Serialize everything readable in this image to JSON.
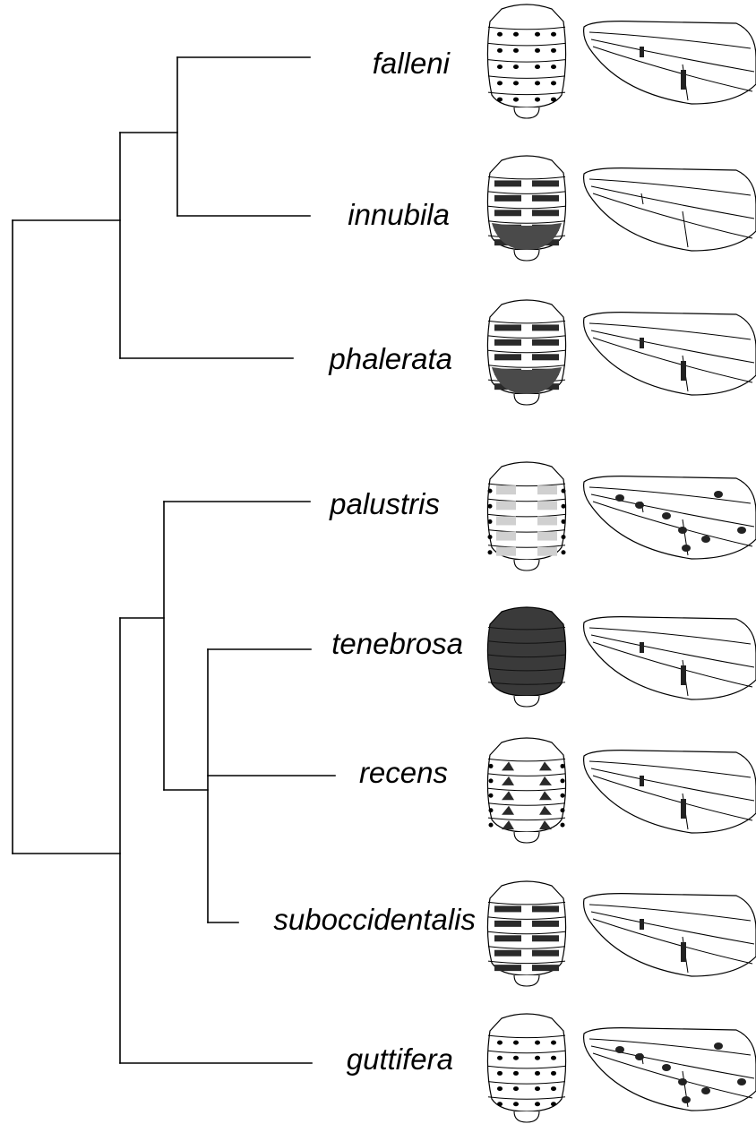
{
  "colors": {
    "line": "#000000",
    "background": "#ffffff"
  },
  "tree": {
    "taxa": [
      {
        "name": "falleni",
        "abdomen_pattern": "small-spots",
        "wing_pattern": "two-crossvein-clouds"
      },
      {
        "name": "innubila",
        "abdomen_pattern": "broad-bands",
        "wing_pattern": "clear"
      },
      {
        "name": "phalerata",
        "abdomen_pattern": "bands-dark-apex",
        "wing_pattern": "two-crossvein-clouds"
      },
      {
        "name": "palustris",
        "abdomen_pattern": "pale-dusted-lateral-dots",
        "wing_pattern": "many-clouds"
      },
      {
        "name": "tenebrosa",
        "abdomen_pattern": "fully-dark",
        "wing_pattern": "two-crossvein-clouds"
      },
      {
        "name": "recens",
        "abdomen_pattern": "triangular-spots",
        "wing_pattern": "two-crossvein-clouds"
      },
      {
        "name": "suboccidentalis",
        "abdomen_pattern": "bands-and-spots",
        "wing_pattern": "two-crossvein-clouds"
      },
      {
        "name": "guttifera",
        "abdomen_pattern": "many-spots",
        "wing_pattern": "spotted-veins"
      }
    ]
  }
}
